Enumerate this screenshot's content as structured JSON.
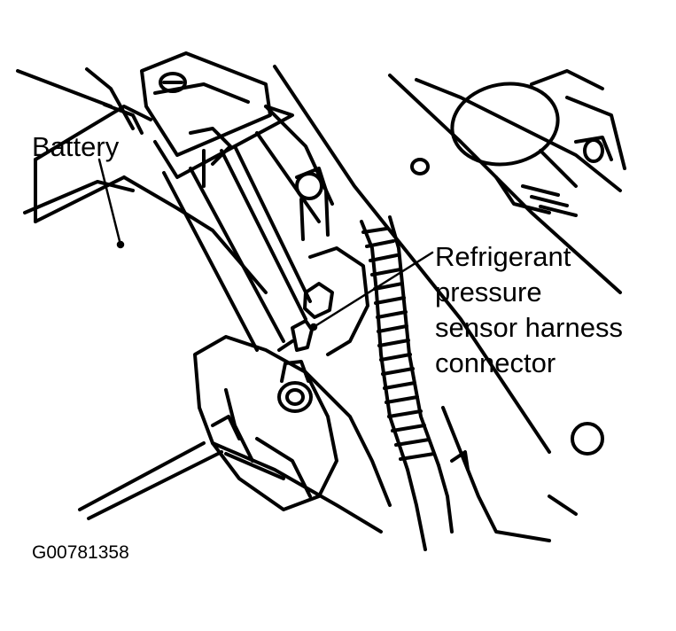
{
  "labels": {
    "battery": "Battery",
    "sensor_line_1": "Refrigerant",
    "sensor_line_2": "pressure",
    "sensor_line_3": "sensor harness",
    "sensor_line_4": "connector"
  },
  "figure_id": "G00781358",
  "colors": {
    "line": "#000000",
    "background": "#ffffff"
  }
}
